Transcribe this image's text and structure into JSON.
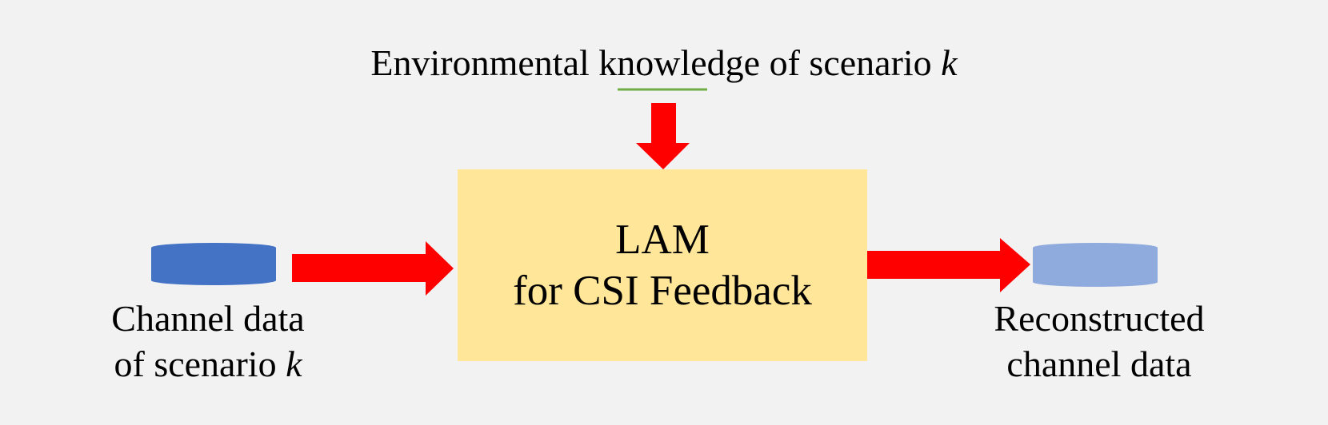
{
  "environment": {
    "prefix": "Environmental knowledge of scenario ",
    "var": "k"
  },
  "model": {
    "line1": "LAM",
    "line2": "for CSI Feedback"
  },
  "input": {
    "line1": "Channel data",
    "line2_prefix": "of scenario ",
    "line2_var": "k"
  },
  "output": {
    "line1": "Reconstructed",
    "line2": "channel data"
  },
  "colors": {
    "background": "#f2f2f2",
    "box_fill": "#ffe699",
    "arrow": "#ff0000",
    "input_cylinder": "#4472c4",
    "output_cylinder": "#8faadc",
    "underline": "#70ad47"
  },
  "icons": {
    "input": "database-icon",
    "output": "database-icon"
  }
}
